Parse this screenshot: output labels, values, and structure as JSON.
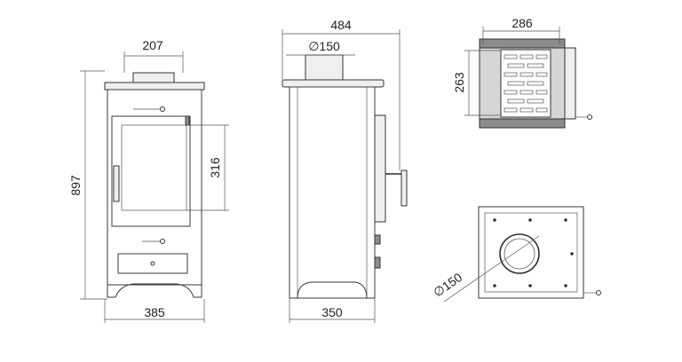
{
  "dimensions": {
    "front_top_width": "207",
    "front_height": "897",
    "front_door_height": "316",
    "front_width": "385",
    "side_top_width": "484",
    "side_flue_diameter": "∅150",
    "side_depth": "350",
    "top_width": "286",
    "top_depth": "263",
    "bottom_flue_diameter": "∅150"
  }
}
